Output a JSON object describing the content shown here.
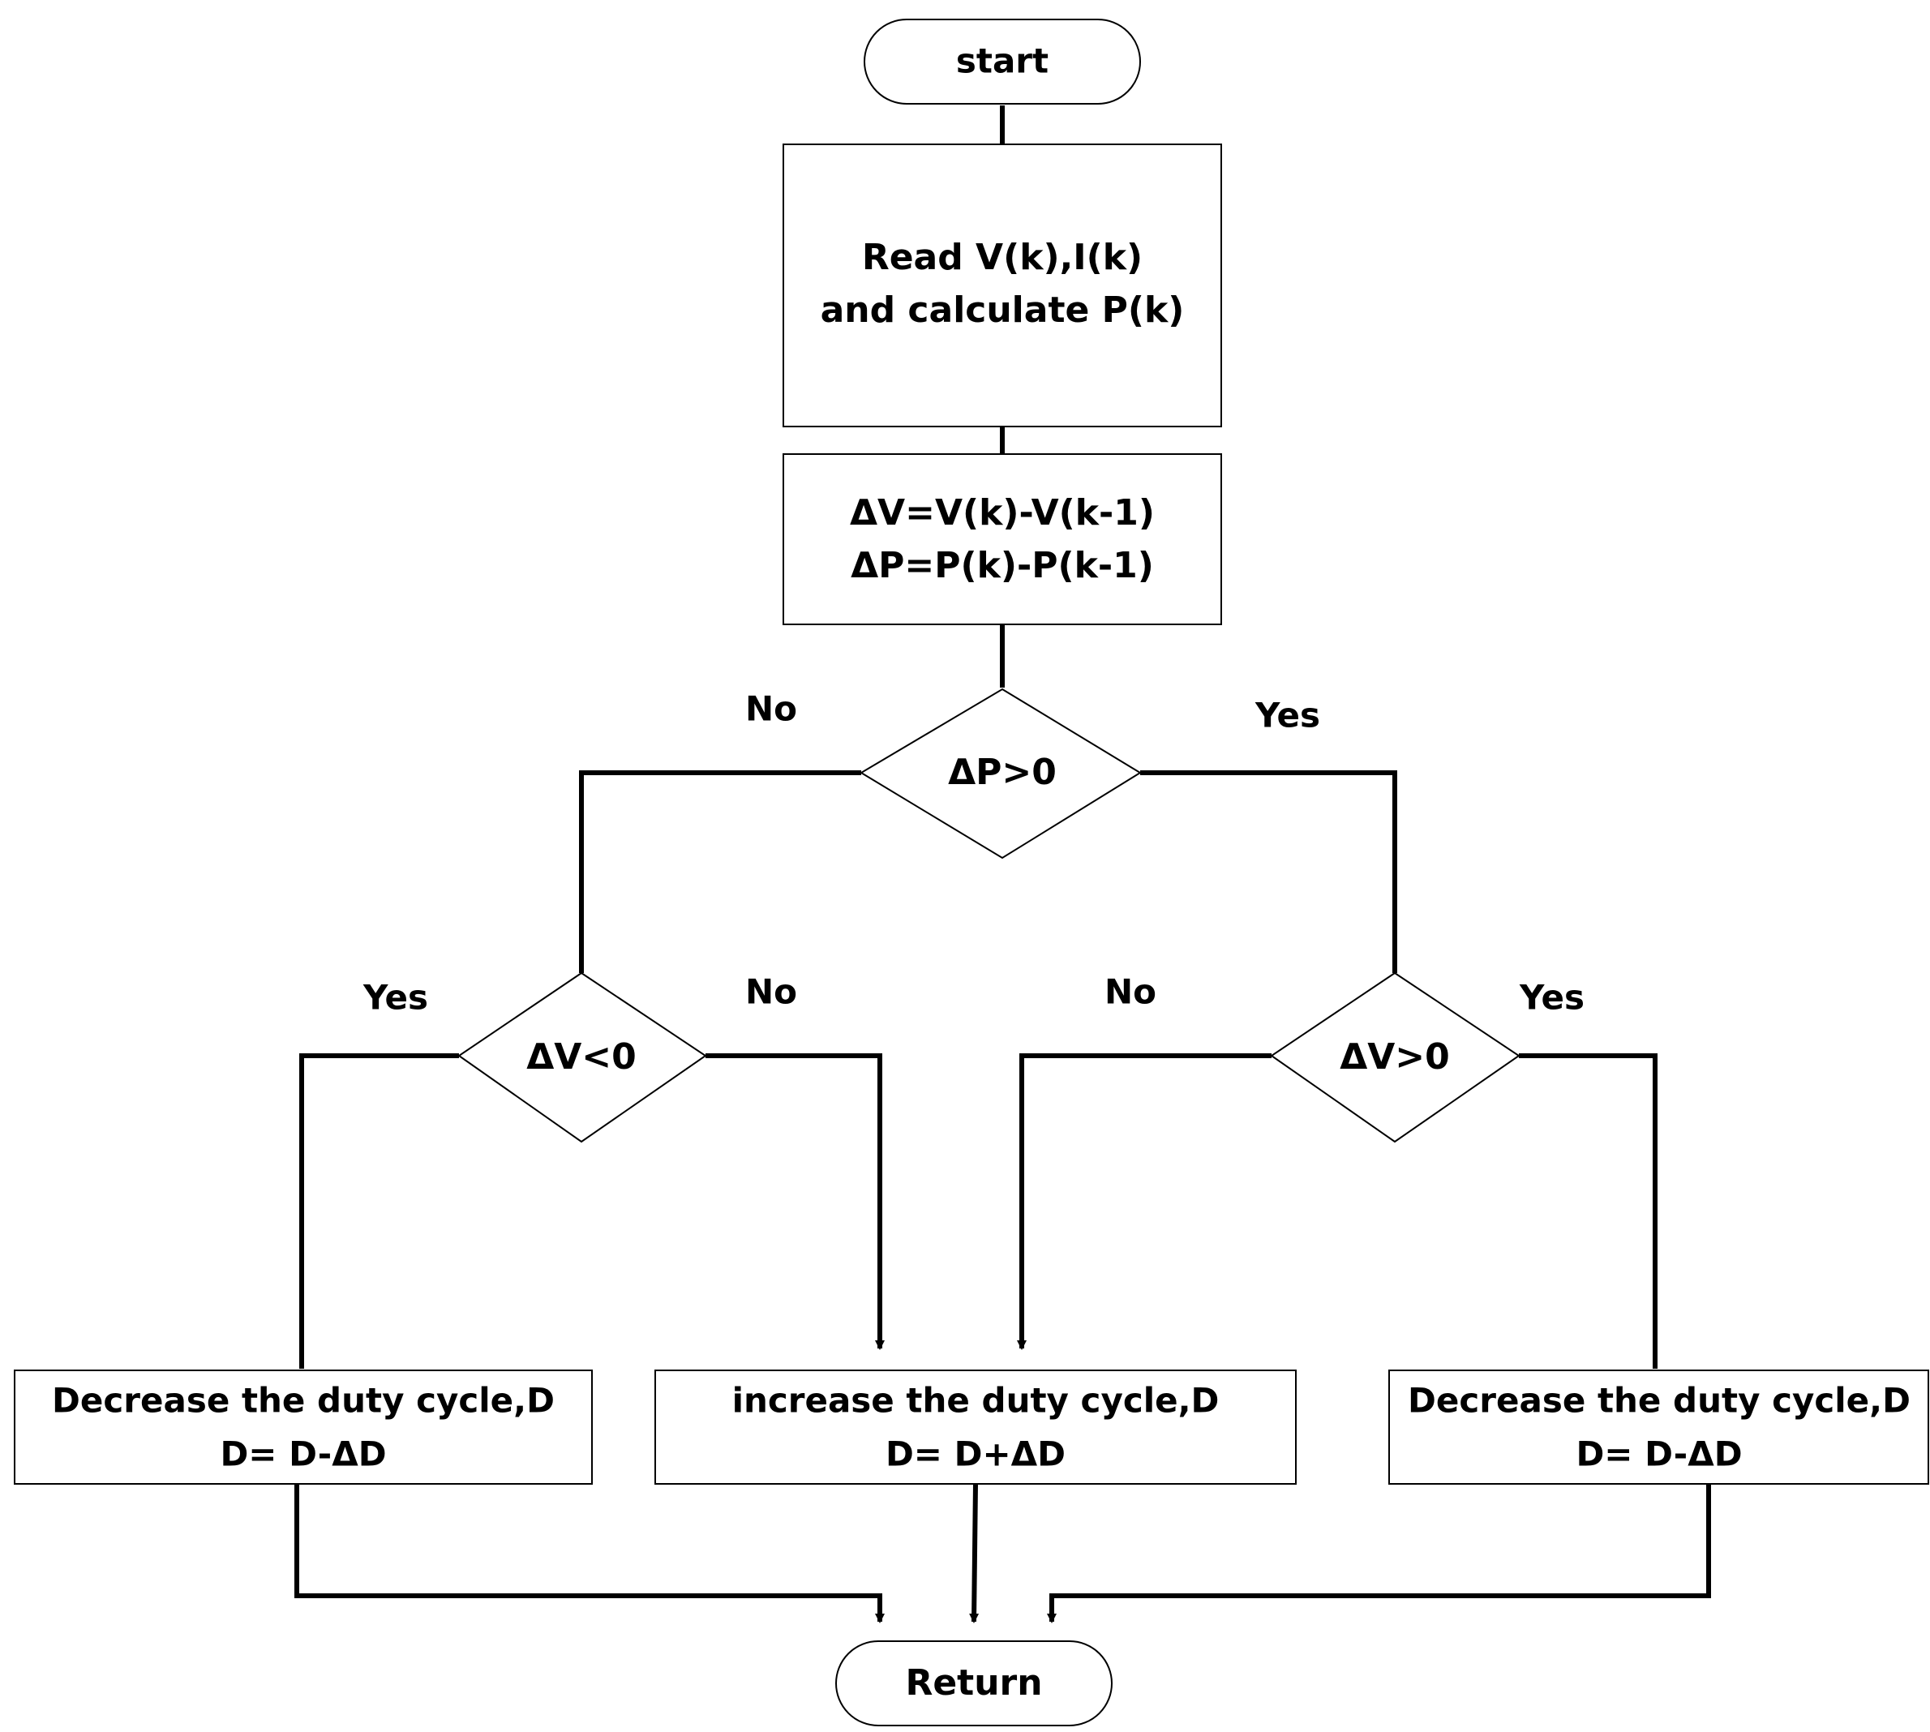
{
  "diagram": {
    "nodes": {
      "start": {
        "label": "start"
      },
      "read": {
        "lines": [
          "Read V(k),I(k)",
          "and calculate P(k)"
        ]
      },
      "delta": {
        "lines": [
          "ΔV=V(k)-V(k-1)",
          "ΔP=P(k)-P(k-1)"
        ]
      },
      "dp_decision": {
        "label": "ΔP>0"
      },
      "dv_neg_decision": {
        "label": "ΔV<0"
      },
      "dv_pos_decision": {
        "label": "ΔV>0"
      },
      "decrease_left": {
        "lines": [
          "Decrease the duty cycle,D",
          "D= D-ΔD"
        ]
      },
      "increase": {
        "lines": [
          "increase the duty cycle,D",
          "D= D+ΔD"
        ]
      },
      "decrease_right": {
        "lines": [
          "Decrease the duty cycle,D",
          "D= D-ΔD"
        ]
      },
      "return": {
        "label": "Return"
      }
    },
    "branch_labels": {
      "dp_no": "No",
      "dp_yes": "Yes",
      "dv_neg_yes": "Yes",
      "dv_neg_no": "No",
      "dv_pos_no": "No",
      "dv_pos_yes": "Yes"
    }
  }
}
